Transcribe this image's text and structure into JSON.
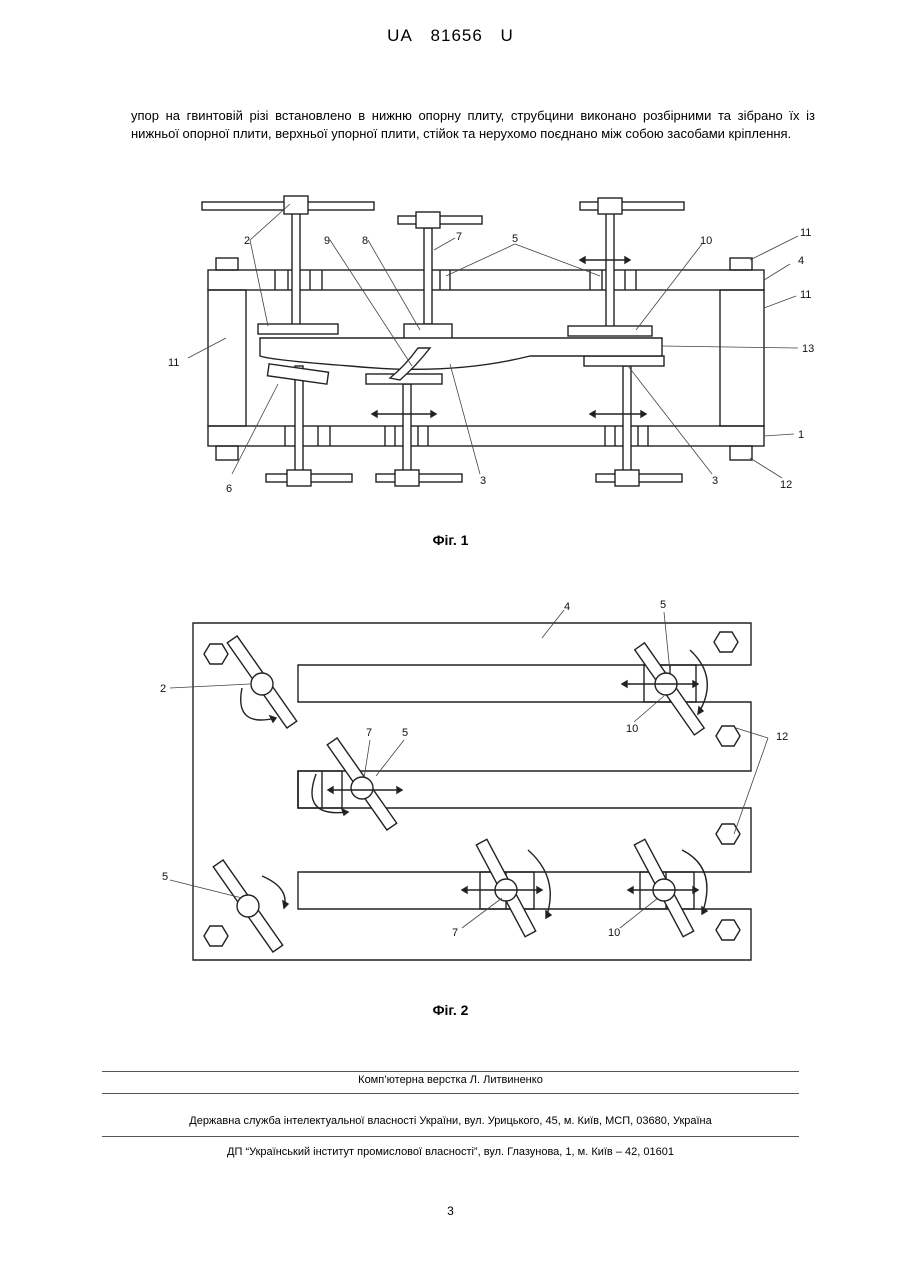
{
  "header": {
    "country_code": "UA",
    "patent_number": "81656",
    "kind": "U"
  },
  "body_text": "упор на гвинтовій різі встановлено в нижню опорну плиту, струбцини виконано розбірними та зібрано їх із нижньої опорної плити, верхньої упорної плити, стійок та нерухомо поєднано між собою засобами кріплення.",
  "figure1": {
    "caption": "Фіг. 1",
    "labels": {
      "l2": "2",
      "l9": "9",
      "l8": "8",
      "l7": "7",
      "l5": "5",
      "l10": "10",
      "l11a": "11",
      "l4": "4",
      "l11b": "11",
      "l11c": "11",
      "l13": "13",
      "l1": "1",
      "l6": "6",
      "l3a": "3",
      "l3b": "3",
      "l12": "12"
    }
  },
  "figure2": {
    "caption": "Фіг. 2",
    "labels": {
      "l4": "4",
      "l5a": "5",
      "l2": "2",
      "l10a": "10",
      "l7a": "7",
      "l5b": "5",
      "l12": "12",
      "l5c": "5",
      "l7b": "7",
      "l10b": "10"
    }
  },
  "footer": {
    "layout": "Комп’ютерна верстка Л. Литвиненко",
    "office": "Державна служба інтелектуальної власності України, вул. Урицького, 45, м. Київ, МСП, 03680, Україна",
    "institute": "ДП “Український інститут промислової власності”, вул. Глазунова, 1, м. Київ – 42, 01601"
  },
  "page_number": "3"
}
